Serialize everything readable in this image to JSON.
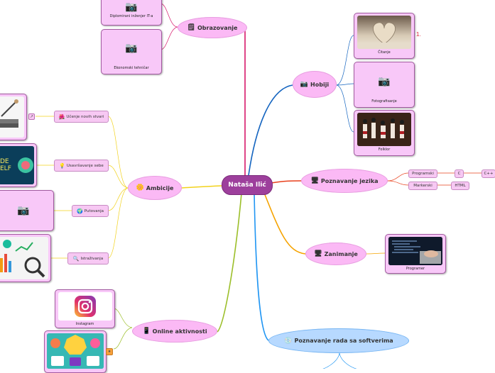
{
  "center": {
    "label": "Nataša Ilić"
  },
  "branches": {
    "obrazovanje": {
      "label": "Obrazovanje",
      "icon": "notepad-icon"
    },
    "hobiji": {
      "label": "Hobiji",
      "icon": "camera-icon"
    },
    "jezici": {
      "label": "Poznavanje jezika",
      "icon": "computer-icon"
    },
    "zanimanje": {
      "label": "Zanimanje",
      "icon": "computer-icon"
    },
    "softveri": {
      "label": "Poznavanje rada sa softverima",
      "icon": "cd-icon"
    },
    "online": {
      "label": "Online aktivnosti",
      "icon": "phone-icon"
    },
    "ambicije": {
      "label": "Ambicije",
      "icon": "flower-icon"
    }
  },
  "obrazovanje_items": [
    "Diplomirani inženjer IT-a",
    "Ekonomski tehničar"
  ],
  "hobiji_items": [
    "Čitanje",
    "Fotografisanje",
    "Folklor"
  ],
  "hobiji_note": "1.",
  "jezici_items": {
    "programski": "Programski",
    "markerski": "Markerski",
    "c": "C",
    "cpp": "C++",
    "html": "HTML"
  },
  "zanimanje_items": [
    "Programer"
  ],
  "online_items": [
    "Instagram"
  ],
  "ambicije_items": [
    "Učenje novih stvari",
    "Usavršavanje sebe",
    "Putovanja",
    "Istraživanja"
  ],
  "colors": {
    "center": "#9d3f9c",
    "pink_node": "#fbb9f5",
    "blue_node": "#b7d9ff",
    "link_obrazovanje": "#d6186b",
    "link_hobiji": "#1565c0",
    "link_jezici": "#e8401c",
    "link_zanimanje": "#f5a300",
    "link_softveri": "#2196f3",
    "link_online": "#9cbf2a",
    "link_ambicije": "#f2d21c"
  }
}
